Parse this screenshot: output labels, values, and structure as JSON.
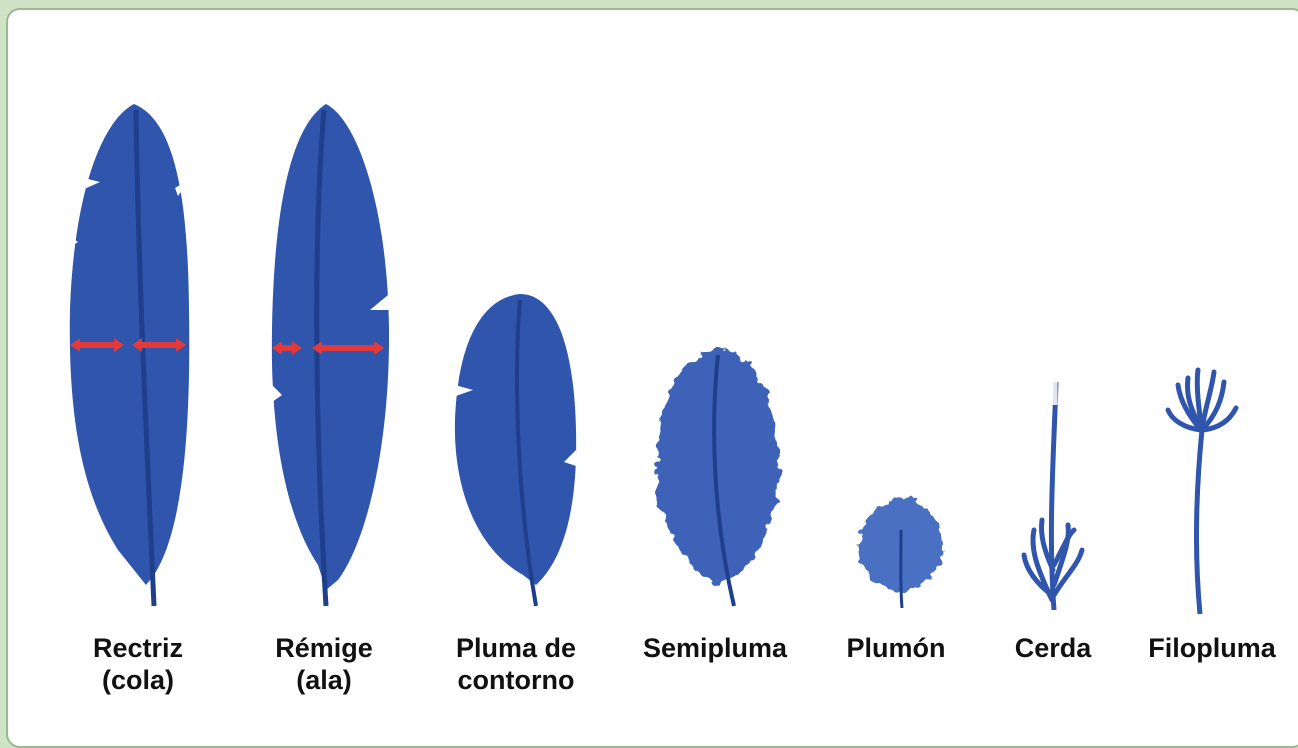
{
  "colors": {
    "feather": "#2f55ad",
    "feather_dark": "#1f3f8c",
    "arrow": "#e23a3a",
    "frame_border": "#9bb98e",
    "page_bg": "#cfe3c7"
  },
  "feathers": [
    {
      "id": "rectriz",
      "line1": "Rectriz",
      "line2": "(cola)"
    },
    {
      "id": "remige",
      "line1": "Rémige",
      "line2": "(ala)"
    },
    {
      "id": "contorno",
      "line1": "Pluma de",
      "line2": "contorno"
    },
    {
      "id": "semipluma",
      "line1": "Semipluma",
      "line2": ""
    },
    {
      "id": "plumon",
      "line1": "Plumón",
      "line2": ""
    },
    {
      "id": "cerda",
      "line1": "Cerda",
      "line2": ""
    },
    {
      "id": "filopluma",
      "line1": "Filopluma",
      "line2": ""
    }
  ]
}
